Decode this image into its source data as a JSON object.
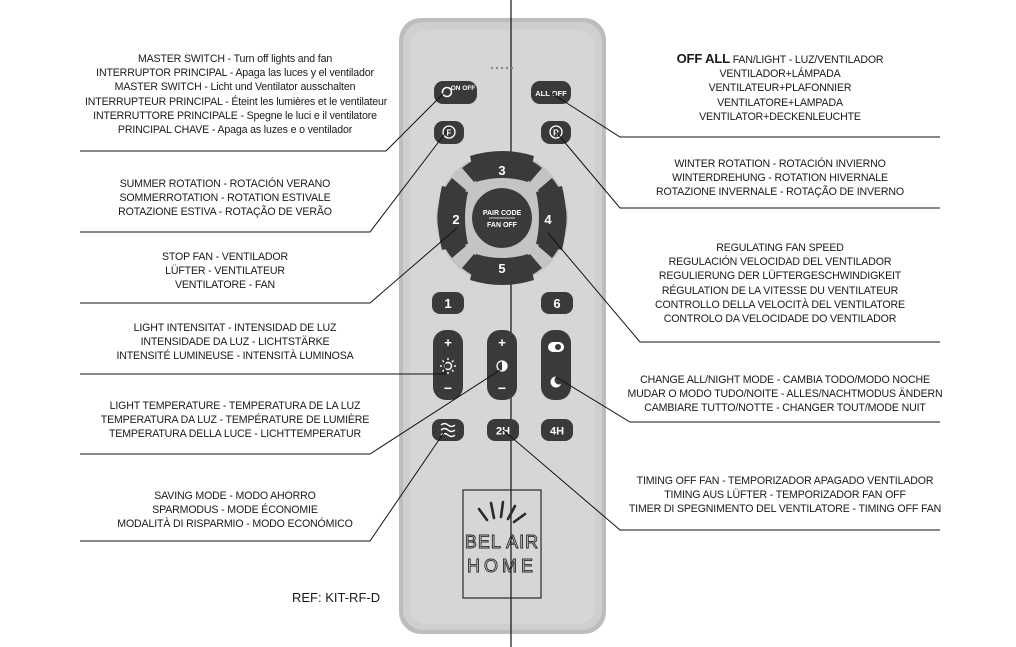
{
  "left_labels": [
    {
      "id": "master-switch",
      "lines": [
        "MASTER SWITCH - Turn off lights and fan",
        "INTERRUPTOR PRINCIPAL - Apaga las luces y el ventilador",
        "MASTER SWITCH - Licht und Ventilator ausschalten",
        "INTERRUPTEUR PRINCIPAL - Éteint les lumières et le ventilateur",
        "INTERRUTTORE PRINCIPALE - Spegne le luci e il ventilatore",
        "PRINCIPAL CHAVE - Apaga as luzes e o ventilador"
      ]
    },
    {
      "id": "summer-rotation",
      "lines": [
        "SUMMER ROTATION - ROTACIÓN VERANO",
        "SOMMERROTATION - ROTATION ESTIVALE",
        "ROTAZIONE ESTIVA - ROTAÇÃO DE VERÃO"
      ]
    },
    {
      "id": "stop-fan",
      "lines": [
        "STOP FAN - VENTILADOR",
        "LÜFTER - VENTILATEUR",
        "VENTILATORE - FAN"
      ]
    },
    {
      "id": "light-intensity",
      "lines": [
        "LIGHT INTENSITAT - INTENSIDAD DE LUZ",
        "INTENSIDADE DA LUZ - LICHTSTÄRKE",
        "INTENSITÉ LUMINEUSE - INTENSITÀ LUMINOSA"
      ]
    },
    {
      "id": "light-temperature",
      "lines": [
        "LIGHT TEMPERATURE - TEMPERATURA DE LA LUZ",
        "TEMPERATURA DA LUZ - TEMPÉRATURE DE LUMIÈRE",
        "TEMPERATURA DELLA LUCE - LICHTTEMPERATUR"
      ]
    },
    {
      "id": "saving-mode",
      "lines": [
        "SAVING MODE - MODO AHORRO",
        "SPARMODUS - MODE ÉCONOMIE",
        "MODALITÀ DI RISPARMIO - MODO ECONÓMICO"
      ]
    }
  ],
  "right_labels": [
    {
      "id": "off-all",
      "title": "OFF ALL",
      "first_rest": " FAN/LIGHT - LUZ/VENTILADOR",
      "lines": [
        "VENTILADOR+LÁMPADA",
        "VENTILATEUR+PLAFONNIER",
        "VENTILATORE+LAMPADA",
        "VENTILATOR+DECKENLEUCHTE"
      ]
    },
    {
      "id": "winter-rotation",
      "lines": [
        "WINTER ROTATION - ROTACIÓN INVIERNO",
        "WINTERDREHUNG - ROTATION HIVERNALE",
        "ROTAZIONE INVERNALE - ROTAÇÃO DE INVERNO"
      ]
    },
    {
      "id": "fan-speed",
      "lines": [
        "REGULATING FAN SPEED",
        "REGULACIÓN VELOCIDAD DEL VENTILADOR",
        "REGULIERUNG DER LÜFTERGESCHWINDIGKEIT",
        "RÉGULATION DE LA VITESSE DU VENTILATEUR",
        "CONTROLLO DELLA VELOCITÀ DEL VENTILATORE",
        "CONTROLO DA VELOCIDADE DO VENTILADOR"
      ]
    },
    {
      "id": "night-mode",
      "lines": [
        "CHANGE ALL/NIGHT MODE - CAMBIA TODO/MODO NOCHE",
        "MUDAR O MODO TUDO/NOITE - ALLES/NACHTMODUS ÄNDERN",
        "CAMBIARE TUTTO/NOTTE - CHANGER TOUT/MODE NUIT"
      ]
    },
    {
      "id": "timing-off",
      "lines": [
        "TIMING OFF FAN - TEMPORIZADOR APAGADO VENTILADOR",
        "TIMING AUS LÜFTER - TEMPORIZADOR FAN OFF",
        "TIMER DI SPEGNIMENTO DEL VENTILATORE - TIMING OFF FAN"
      ]
    }
  ],
  "remote": {
    "on_off_label": "ON OFF",
    "all_off_label": "ALL OFF",
    "f_label": "F",
    "r_label": "R",
    "speed_up": "3",
    "speed_left": "2",
    "speed_right": "4",
    "speed_down": "5",
    "center_top": "PAIR CODE",
    "center_bottom": "FAN OFF",
    "speed_1": "1",
    "speed_6": "6",
    "plus": "+",
    "minus": "−",
    "timer_2h": "2H",
    "timer_4h": "4H",
    "brand_line1": "BEL AIR",
    "brand_line2": "HOME"
  },
  "reference": "REF: KIT-RF-D"
}
